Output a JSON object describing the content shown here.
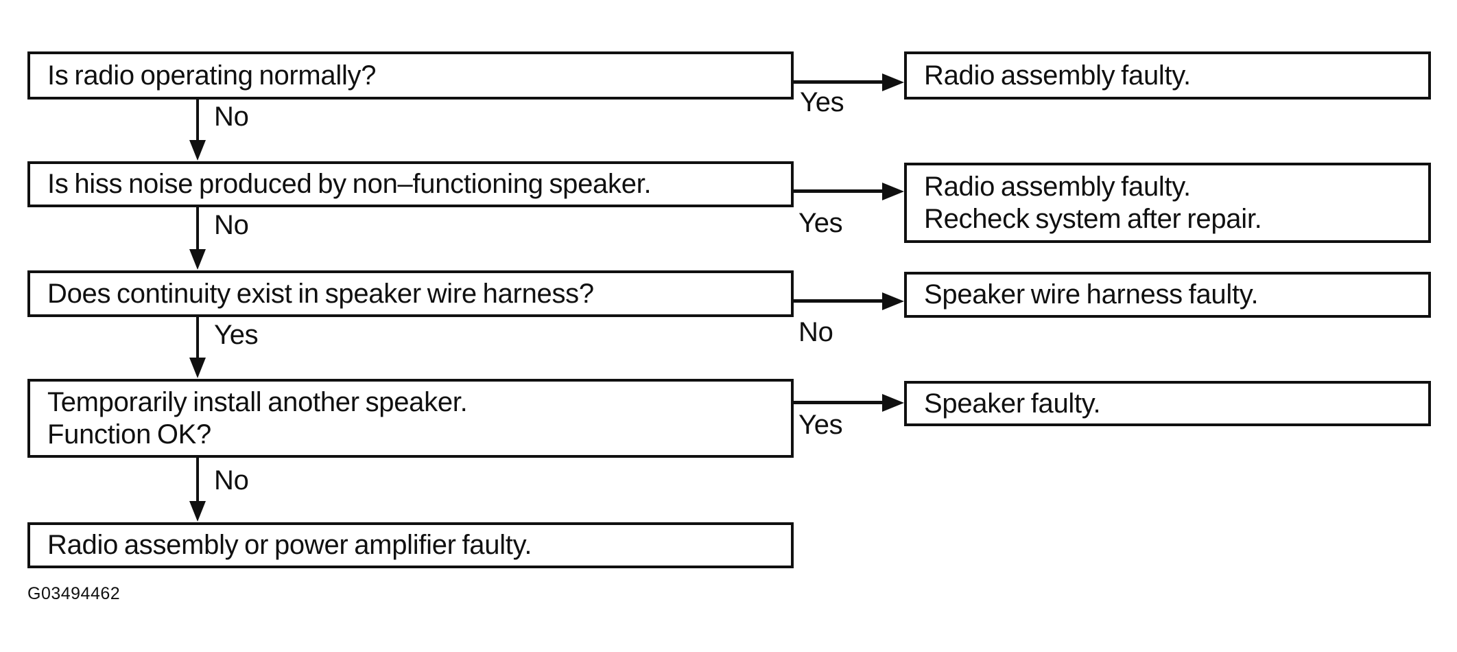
{
  "page": {
    "background_color": "#ffffff",
    "ink_color": "#101010",
    "caption": "G03494462"
  },
  "flowchart": {
    "type": "troubleshooting-flowchart",
    "left_boxes": [
      {
        "lines": [
          "Is radio operating normally?"
        ]
      },
      {
        "lines": [
          "Is hiss noise produced by non–functioning speaker."
        ]
      },
      {
        "lines": [
          "Does continuity exist in speaker wire harness?"
        ]
      },
      {
        "lines": [
          "Temporarily install another speaker.",
          "Function OK?"
        ]
      },
      {
        "lines": [
          "Radio assembly or power amplifier faulty."
        ]
      }
    ],
    "right_boxes": [
      {
        "lines": [
          "Radio assembly faulty."
        ]
      },
      {
        "lines": [
          "Radio assembly faulty.",
          "Recheck system after repair."
        ]
      },
      {
        "lines": [
          "Speaker wire harness faulty."
        ]
      },
      {
        "lines": [
          "Speaker faulty."
        ]
      }
    ],
    "down_labels": [
      "No",
      "No",
      "Yes",
      "No"
    ],
    "right_labels": [
      "Yes",
      "Yes",
      "No",
      "Yes"
    ]
  }
}
